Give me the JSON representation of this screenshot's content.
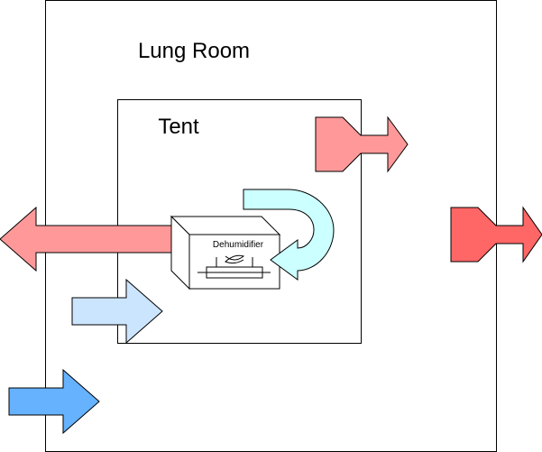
{
  "labels": {
    "outer_room": "Lung Room",
    "inner_tent": "Tent",
    "device": "Dehumidifier"
  },
  "colors": {
    "outline": "#000000",
    "background": "#ffffff",
    "hot_air_light": "#ff9999",
    "hot_air_strong": "#ff6666",
    "cool_air_light": "#cce5ff",
    "cool_air_strong": "#66b2ff",
    "recirculation": "#ccffff"
  },
  "icons": {
    "dehumidifier": "dehumidifier-icon",
    "fan": "fan-icon"
  }
}
